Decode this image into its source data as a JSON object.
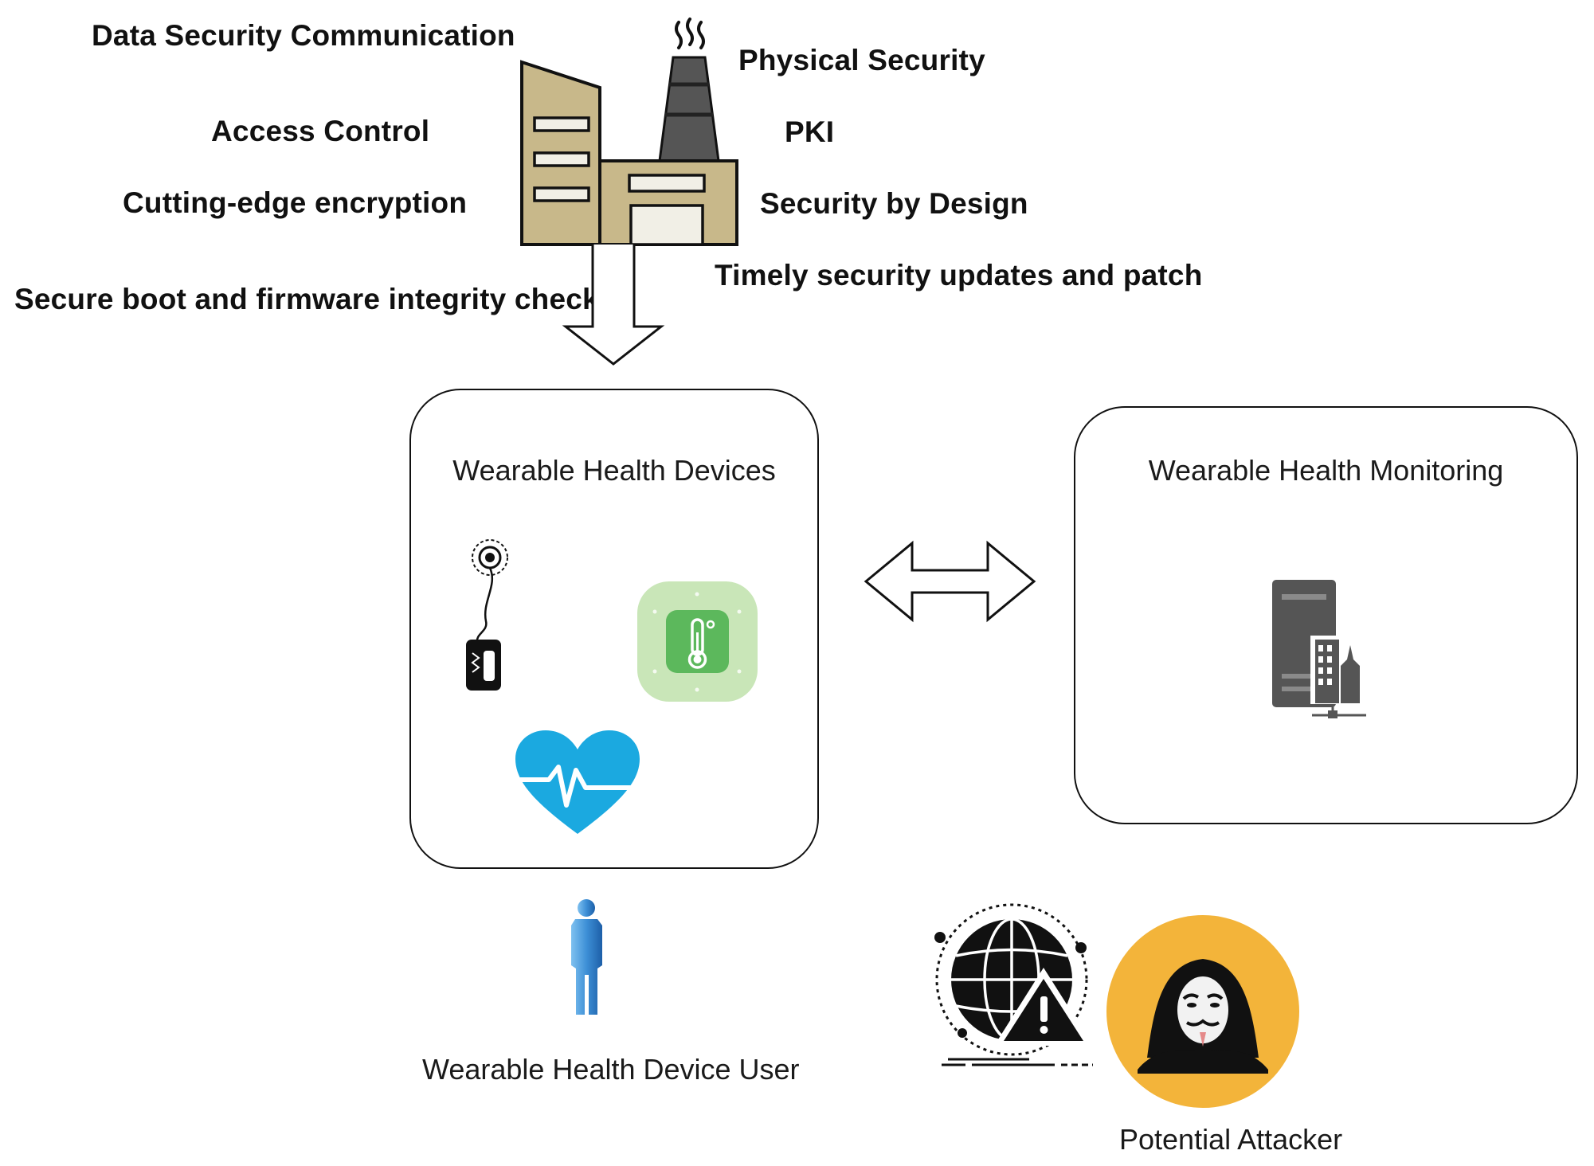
{
  "security_measures": {
    "data_security_communication": "Data Security Communication",
    "access_control": "Access Control",
    "encryption": "Cutting-edge encryption",
    "secure_boot": "Secure boot and firmware integrity checks",
    "physical_security": "Physical Security",
    "pki": "PKI",
    "security_by_design": "Security by Design",
    "updates": "Timely security updates and patch"
  },
  "devices_box": {
    "title": "Wearable Health Devices"
  },
  "monitoring_box": {
    "title": "Wearable Health Monitoring"
  },
  "user": {
    "label": "Wearable Health Device User"
  },
  "attacker": {
    "label": "Potential Attacker"
  },
  "colors": {
    "building_fill": "#c8b88a",
    "heart_blue": "#1ba9e0",
    "thermo_green": "#5cb85c",
    "thermo_bg": "#c9e6b8",
    "server_gray": "#555555",
    "attacker_yellow": "#f3b43a",
    "user_blue": "#3d8fd6"
  },
  "icons": [
    "factory-icon",
    "smoke-icon",
    "down-arrow-icon",
    "ecg-sensor-icon",
    "thermometer-icon",
    "heart-pulse-icon",
    "double-arrow-icon",
    "server-building-icon",
    "user-figure-icon",
    "globe-warning-icon",
    "hacker-mask-icon"
  ]
}
